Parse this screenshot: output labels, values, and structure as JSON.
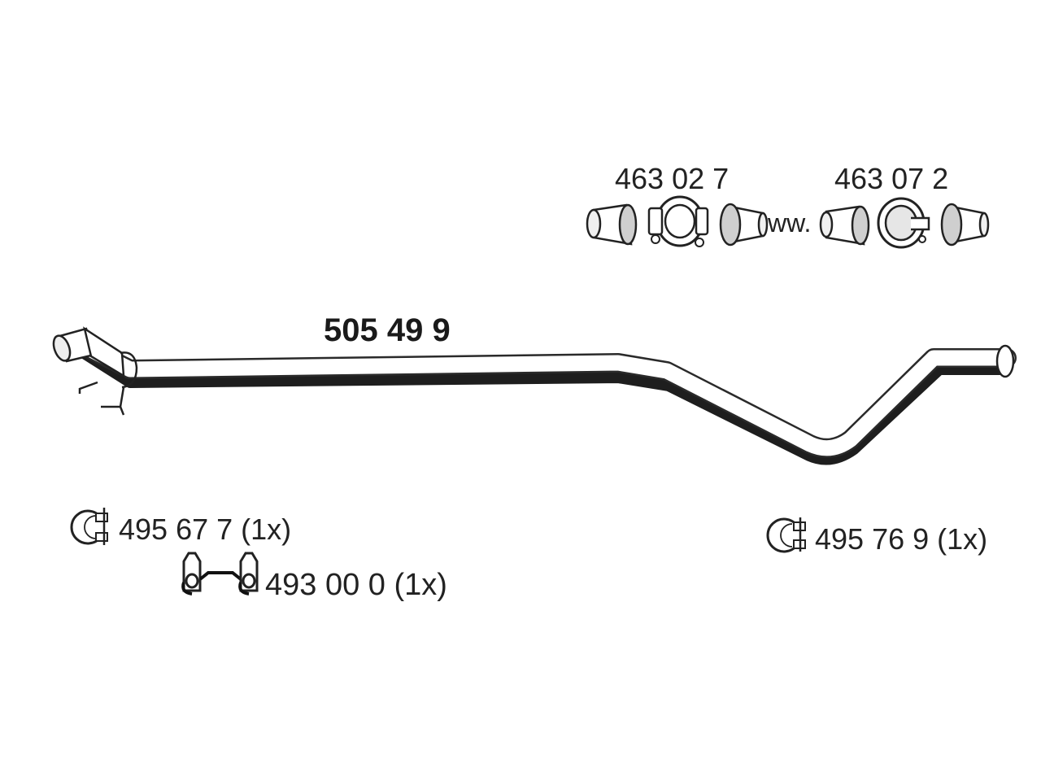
{
  "main_part": {
    "number": "505 49 9"
  },
  "connection_kits": {
    "kit_a": "463 02 7",
    "separator": "ww.",
    "kit_b": "463 07 2"
  },
  "accessories": {
    "clamp_left": "495 67 7 (1x)",
    "rubber_mount": "493 00 0 (1x)",
    "clamp_right": "495 76 9 (1x)"
  },
  "icons": [
    "pipe-sleeve-icon",
    "flange-clamp-icon",
    "clamp-ring-icon",
    "rubber-mount-icon"
  ],
  "colors": {
    "line": "#222222",
    "fill": "#ffffff",
    "shade": "#e6e6e6"
  }
}
